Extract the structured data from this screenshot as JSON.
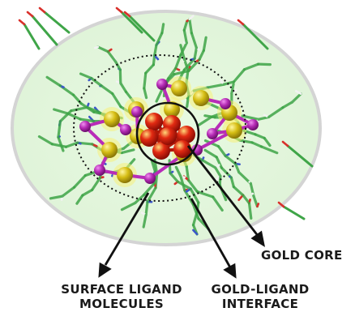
{
  "labels": {
    "gold_core": "GOLD CORE",
    "surface_ligand_line1": "SURFACE LIGAND",
    "surface_ligand_line2": "MOLECULES",
    "gold_ligand_line1": "GOLD-LIGAND",
    "gold_ligand_line2": "INTERFACE"
  },
  "colors": {
    "ligand_shell": "#e3f7dc",
    "ligand_shell_edge": "#d2d2d2",
    "carbon_bond": "#3fa548",
    "nitrogen": "#3b57c9",
    "oxygen": "#d9302b",
    "hydrogen": "#f2f2f2",
    "sulfur": "#b82cb8",
    "gold_interface": "#d2b614",
    "gold_core": "#c81a0c",
    "annotation": "#111111"
  }
}
